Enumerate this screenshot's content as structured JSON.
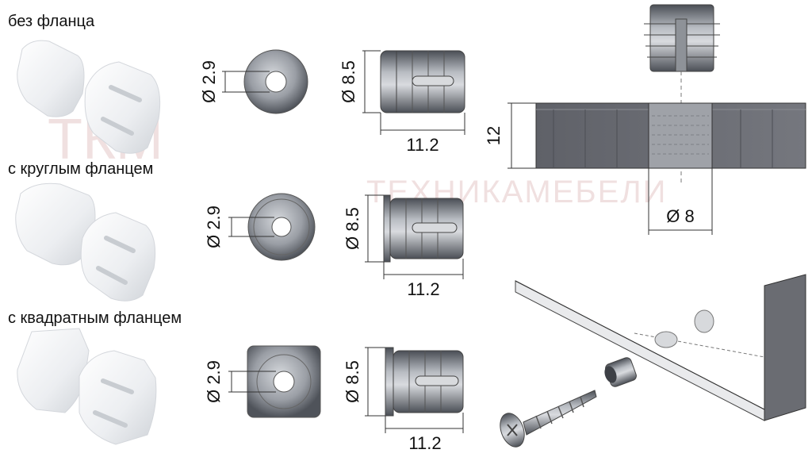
{
  "section_labels": {
    "no_flange": "без фланца",
    "round_flange": "с круглым фланцем",
    "square_flange": "с квадратным фланцем"
  },
  "dimensions": {
    "inner_diameter": "Ø 2.9",
    "outer_diameter": "Ø 8.5",
    "length": "11.2",
    "panel_thickness": "12",
    "hole_diameter": "Ø 8"
  },
  "watermarks": {
    "logo": "ТКМ",
    "brand": "ТЕХНИКАМЕБЕЛИ"
  },
  "colors": {
    "metal_dark": "#5d6168",
    "metal_light": "#c9ccd1",
    "panel": "#6e7077",
    "plastic": "#eef0f2",
    "watermark": "#e7c9c9"
  }
}
